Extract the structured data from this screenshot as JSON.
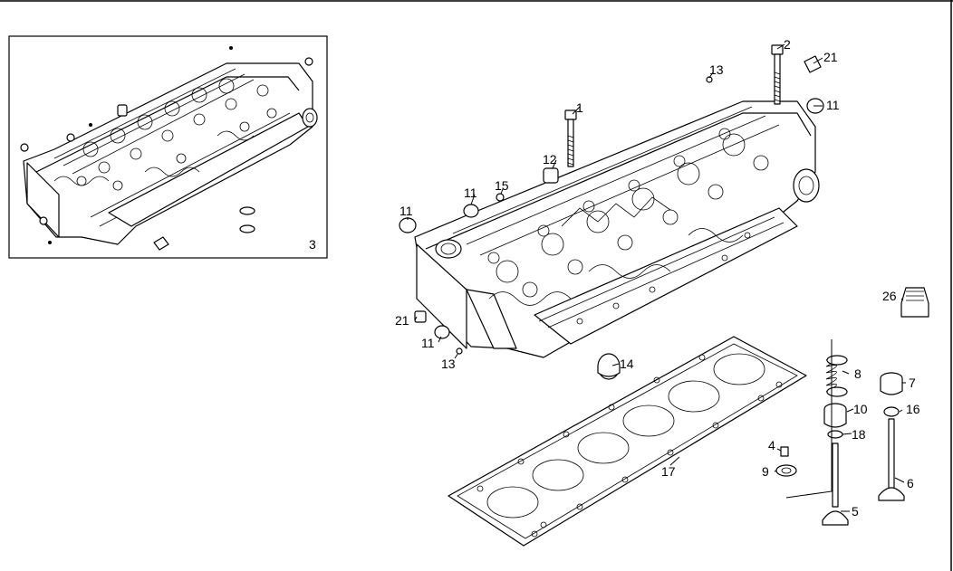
{
  "labels": {
    "inset": "3",
    "p1": "1",
    "p2": "2",
    "p4": "4",
    "p5": "5",
    "p6": "6",
    "p7": "7",
    "p8": "8",
    "p9": "9",
    "p10": "10",
    "p11a": "11",
    "p11b": "11",
    "p11c": "11",
    "p12": "12",
    "p13a": "13",
    "p13b": "13",
    "p14": "14",
    "p15": "15",
    "p16": "16",
    "p17": "17",
    "p18": "18",
    "p21a": "21",
    "p21b": "21",
    "p26": "26"
  }
}
